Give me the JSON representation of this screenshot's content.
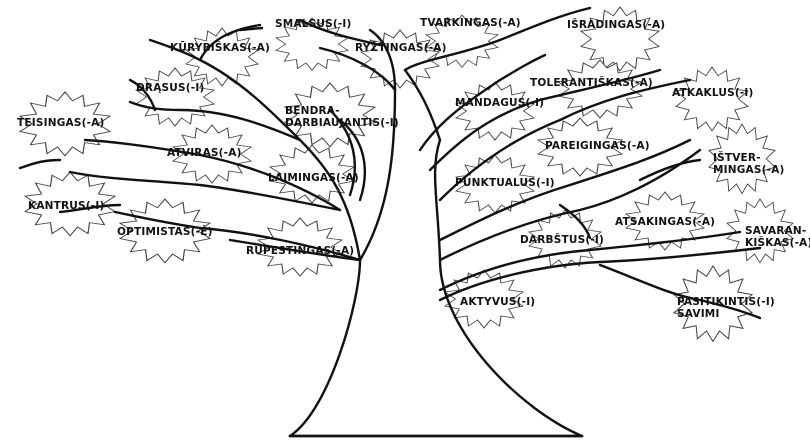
{
  "words": {
    "smalsus": "SMALSUS(-I)",
    "tvarkingas": "TVARKINGAS(-A)",
    "isradingas": "IŠRADINGAS(-A)",
    "kurybiskas": "KŪRYBIŠKAS(-A)",
    "ryztingas": "RYŽTINGAS(-A)",
    "drasus": "DRĄSUS(-I)",
    "tolerantiskas": "TOLERANTIŠKAS(-A)",
    "bendradarbiaujantis": "BENDRA-\nDARBIAUJANTIS(-I)",
    "mandagus": "MANDAGUS(-I)",
    "atkaklus": "ATKAKLUS(-I)",
    "teisingas": "TEISINGAS(-A)",
    "pareigingas": "PAREIGINGAS(-A)",
    "atviras": "ATVIRAS(-A)",
    "istvermingas": "IŠTVER-\nMINGAS(-A)",
    "laimingas": "LAIMINGAS(-A)",
    "punktualus": "PUNKTUALUS(-I)",
    "kantrus": "KANTRUS(-I)",
    "optimistas": "OPTIMISTAS(-Ė)",
    "atsakingas": "ATSAKINGAS(-A)",
    "savarankiskas": "SAVARAN-\nKIŠKAS(-A)",
    "darbstus": "DARBŠTUS(-I)",
    "rupestingas": "RŪPESTINGAS(-A)",
    "aktyvus": "AKTYVUS(-I)",
    "pasitikintis": "PASITIKINTIS(-I)\nSAVIMI"
  }
}
